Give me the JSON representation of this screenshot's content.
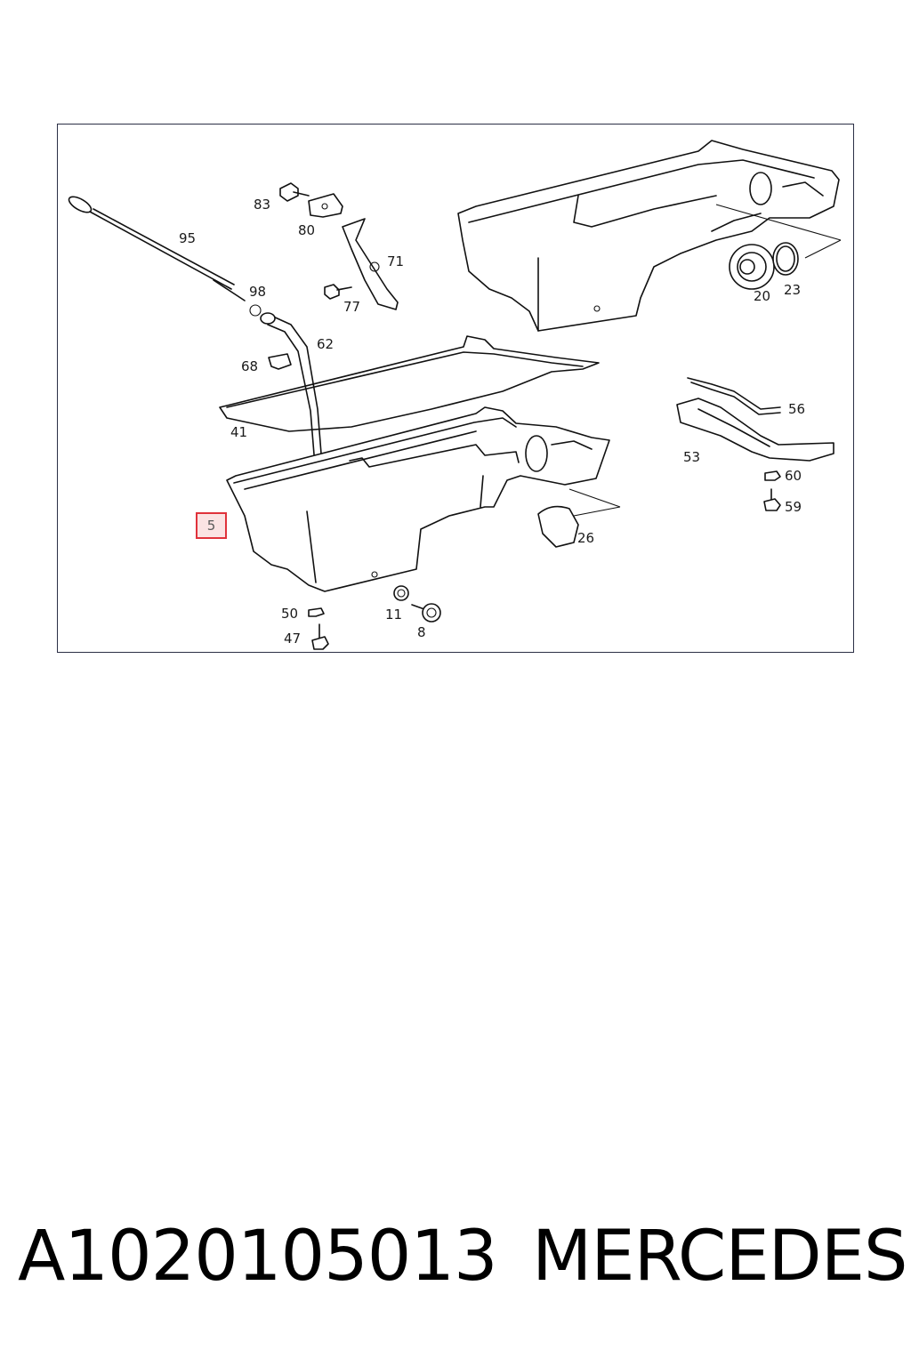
{
  "diagram": {
    "callouts": {
      "c95": "95",
      "c83": "83",
      "c80": "80",
      "c71": "71",
      "c98": "98",
      "c77": "77",
      "c62": "62",
      "c68": "68",
      "c41": "41",
      "c20": "20",
      "c23": "23",
      "c56": "56",
      "c53": "53",
      "c60": "60",
      "c59": "59",
      "c26": "26",
      "c50": "50",
      "c11": "11",
      "c8": "8",
      "c47": "47"
    },
    "highlighted_callout": "5",
    "highlight_color": "#e0323b"
  },
  "footer": {
    "part_number": "A1020105013",
    "brand": "MERCEDES"
  }
}
